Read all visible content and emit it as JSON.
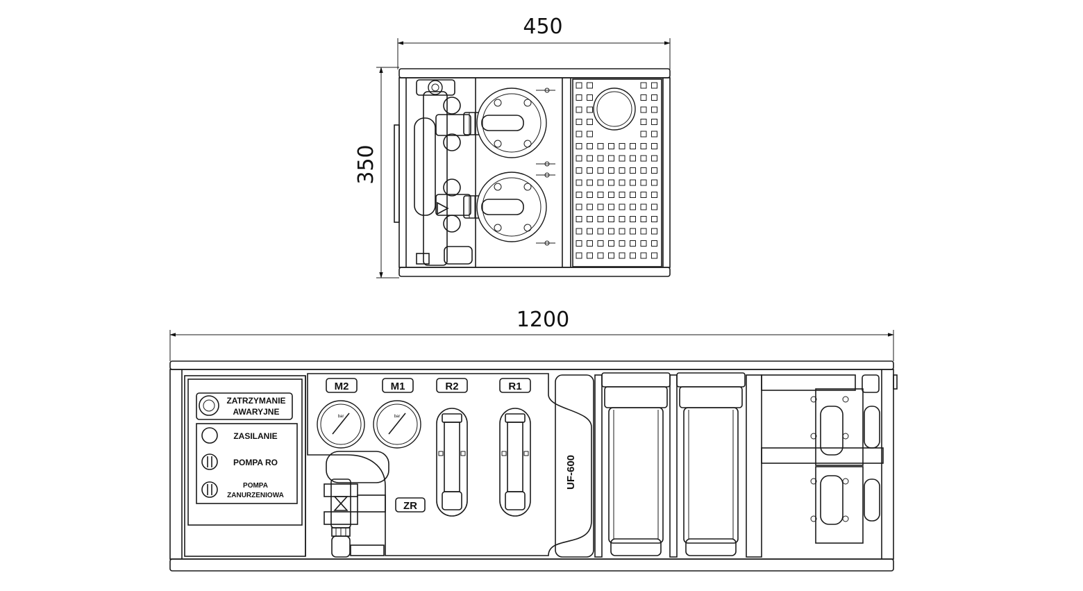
{
  "dimensions": {
    "top_width": "450",
    "top_depth": "350",
    "front_length": "1200"
  },
  "panel": {
    "emergency_line1": "ZATRZYMANIE",
    "emergency_line2": "AWARYJNE",
    "power": "ZASILANIE",
    "pump_ro": "POMPA RO",
    "pump_sub_line1": "POMPA",
    "pump_sub_line2": "ZANURZENIOWA"
  },
  "tags": {
    "m2": "M2",
    "m1": "M1",
    "r2": "R2",
    "r1": "R1",
    "zr": "ZR"
  },
  "unit_label": "UF-600",
  "gauge_unit": "bar"
}
